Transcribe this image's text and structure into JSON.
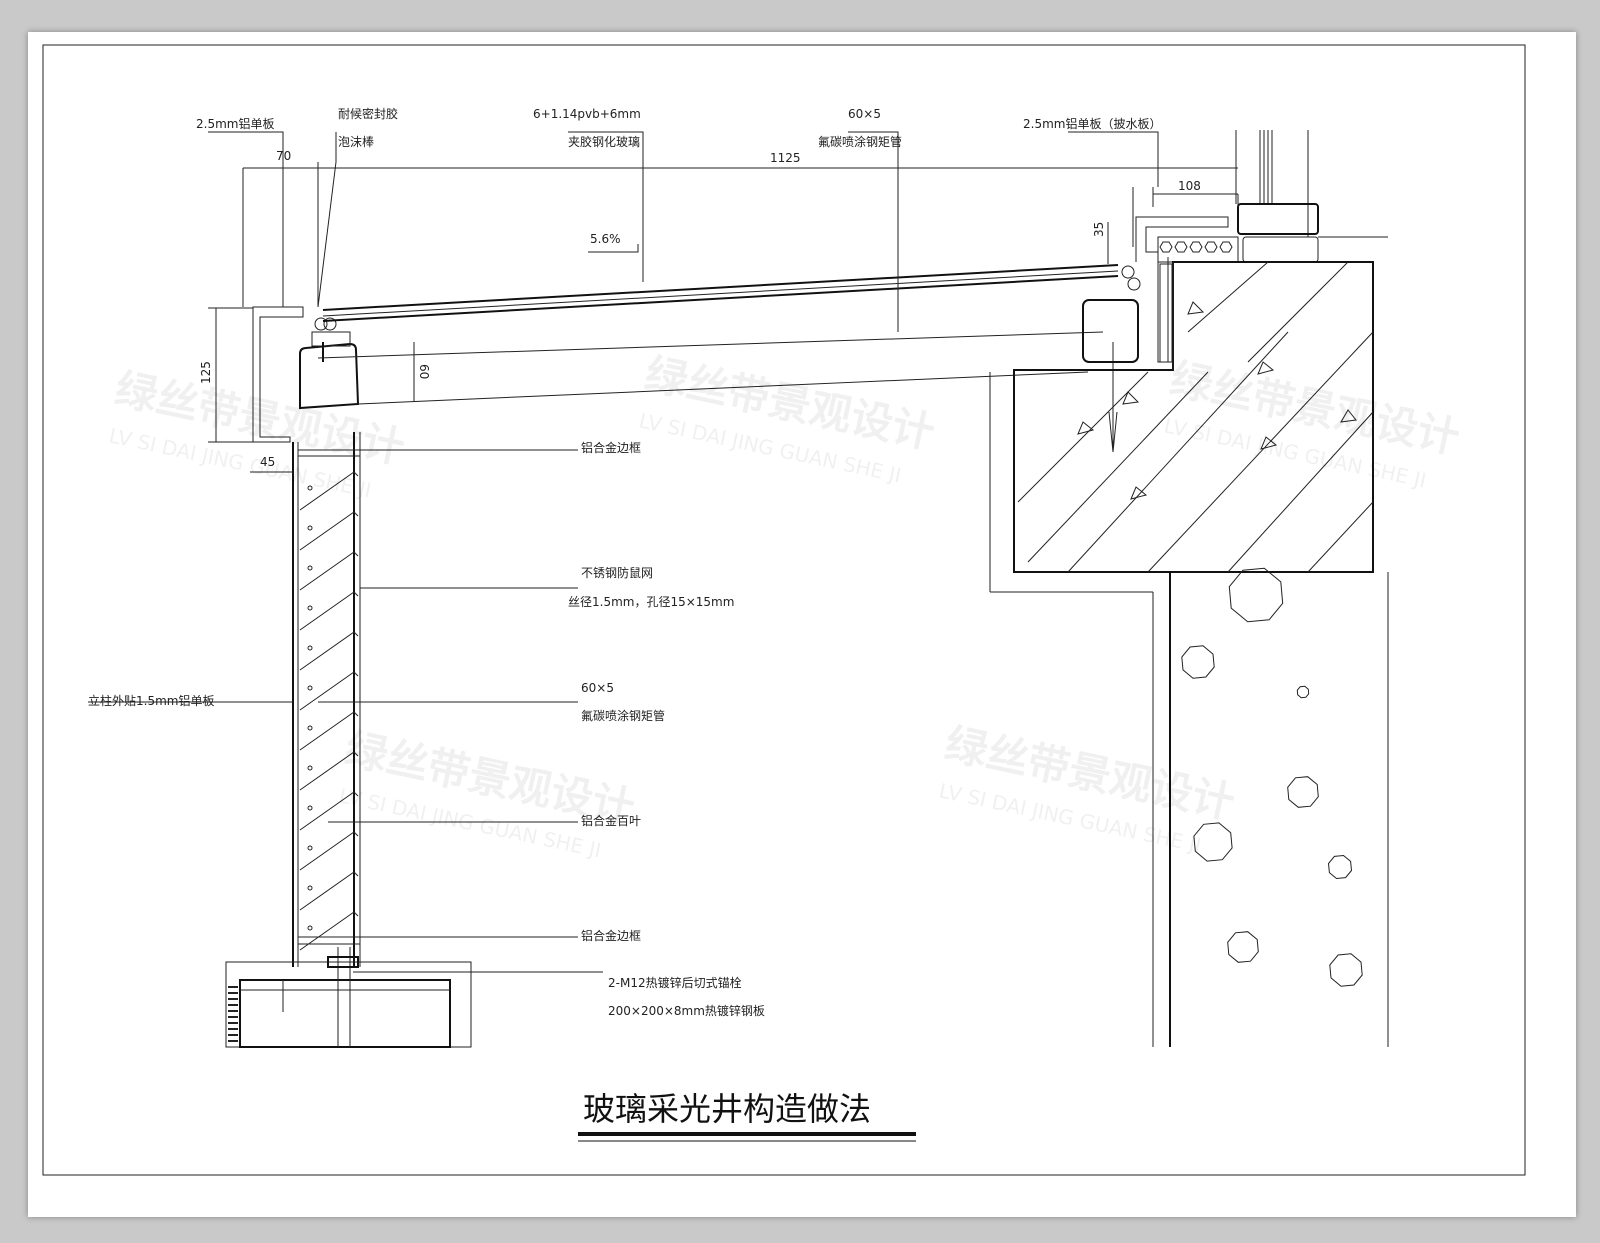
{
  "title": "玻璃采光井构造做法",
  "labels": {
    "al_plate_left": "2.5mm铝单板",
    "sealant": "耐候密封胶",
    "foam_rod": "泡沫棒",
    "glass_spec": "6+1.14pvb+6mm",
    "glass_name": "夹胶钢化玻璃",
    "tube_spec_top": "60×5",
    "tube_name_top": "氟碳喷涂钢矩管",
    "al_plate_right": "2.5mm铝单板（披水板）",
    "frame_top": "铝合金边框",
    "mesh_name": "不锈钢防鼠网",
    "mesh_spec": "丝径1.5mm，孔径15×15mm",
    "column_plate": "立柱外贴1.5mm铝单板",
    "tube_spec_mid": "60×5",
    "tube_name_mid": "氟碳喷涂钢矩管",
    "louver": "铝合金百叶",
    "frame_bottom": "铝合金边框",
    "anchor": "2-M12热镀锌后切式锚栓",
    "steel_plate": "200×200×8mm热镀锌钢板"
  },
  "dimensions": {
    "d70": "70",
    "d1125": "1125",
    "d108": "108",
    "d35": "35",
    "d125": "125",
    "d60": "60",
    "d45": "45",
    "slope": "5.6%"
  },
  "watermark": {
    "cn": "绿丝带景观设计",
    "en": "LV SI DAI JING GUAN SHE JI"
  }
}
